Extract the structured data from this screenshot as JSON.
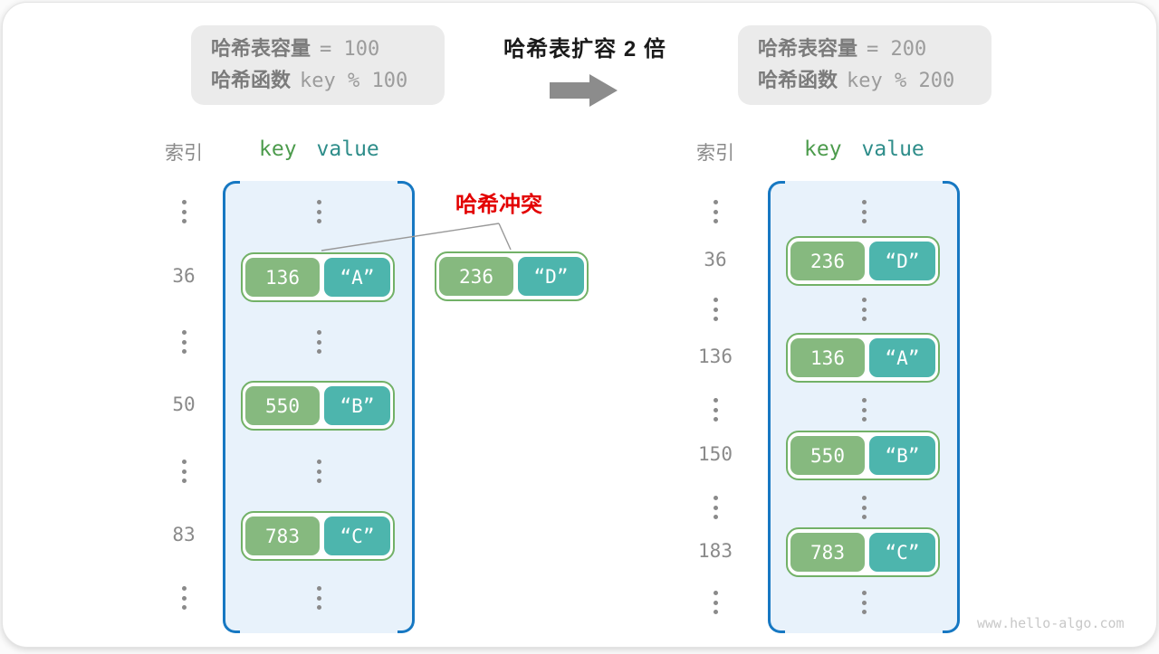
{
  "title": "哈希表扩容 2 倍",
  "info_left": {
    "capacity_label": "哈希表容量",
    "capacity_value": "= 100",
    "hash_label": "哈希函数",
    "hash_value": "key % 100"
  },
  "info_right": {
    "capacity_label": "哈希表容量",
    "capacity_value": "= 200",
    "hash_label": "哈希函数",
    "hash_value": "key % 200"
  },
  "collision_label": "哈希冲突",
  "collision_pair": {
    "key": "236",
    "value": "“D”"
  },
  "left_table": {
    "index_header": "索引",
    "key_header": "key",
    "value_header": "value",
    "entries": [
      {
        "index": "36",
        "key": "136",
        "value": "“A”"
      },
      {
        "index": "50",
        "key": "550",
        "value": "“B”"
      },
      {
        "index": "83",
        "key": "783",
        "value": "“C”"
      }
    ]
  },
  "right_table": {
    "index_header": "索引",
    "key_header": "key",
    "value_header": "value",
    "entries": [
      {
        "index": "36",
        "key": "236",
        "value": "“D”"
      },
      {
        "index": "136",
        "key": "136",
        "value": "“A”"
      },
      {
        "index": "150",
        "key": "550",
        "value": "“B”"
      },
      {
        "index": "183",
        "key": "783",
        "value": "“C”"
      }
    ]
  },
  "watermark": "www.hello-algo.com",
  "colors": {
    "key_box": "#86b97f",
    "value_box": "#4db5ad",
    "pair_border": "#72b167",
    "bucket_fill": "#e8f2fb",
    "bucket_border": "#1778c2",
    "collision_red": "#e30000",
    "gray_text": "#8a8a8a",
    "info_box_bg": "#ebebeb"
  }
}
